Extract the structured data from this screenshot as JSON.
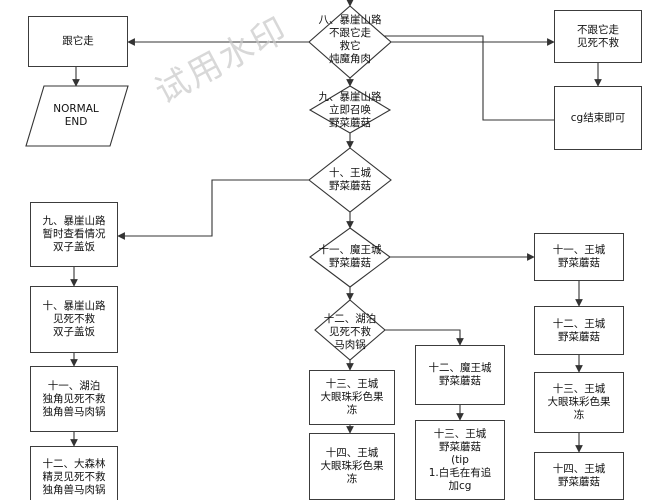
{
  "diagram": {
    "watermark": "试用水印",
    "nodes": {
      "follow": "跟它走",
      "normal_end": "NORMAL\nEND",
      "d8": "八、暴崖山路\n不跟它走\n救它\n炖魔角肉",
      "not_follow": "不跟它走\n见死不救",
      "cg_end": "cg结束即可",
      "d9": "九、暴崖山路\n立即召唤\n野菜蘑菇",
      "d10": "十、王城\n野菜蘑菇",
      "l9": "九、暴崖山路\n暂时查看情况\n双子盖饭",
      "d11": "十一、魔王城\n野菜蘑菇",
      "r11": "十一、王城\n野菜蘑菇",
      "l10": "十、暴崖山路\n见死不救\n双子盖饭",
      "d12": "十二、湖泊\n见死不救\n马肉锅",
      "r12": "十二、王城\n野菜蘑菇",
      "l11": "十一、湖泊\n独角见死不救\n独角兽马肉锅",
      "c13": "十三、王城\n大眼珠彩色果\n冻",
      "m12": "十二、魔王城\n野菜蘑菇",
      "r13": "十三、王城\n大眼珠彩色果\n冻",
      "m13": "十三、王城\n野菜蘑菇\n(tip\n1.白毛在有追\n加cg",
      "c14": "十四、王城\n大眼珠彩色果\n冻",
      "r14": "十四、王城\n野菜蘑菇",
      "l12": "十二、大森林\n精灵见死不救\n独角兽马肉锅"
    }
  }
}
